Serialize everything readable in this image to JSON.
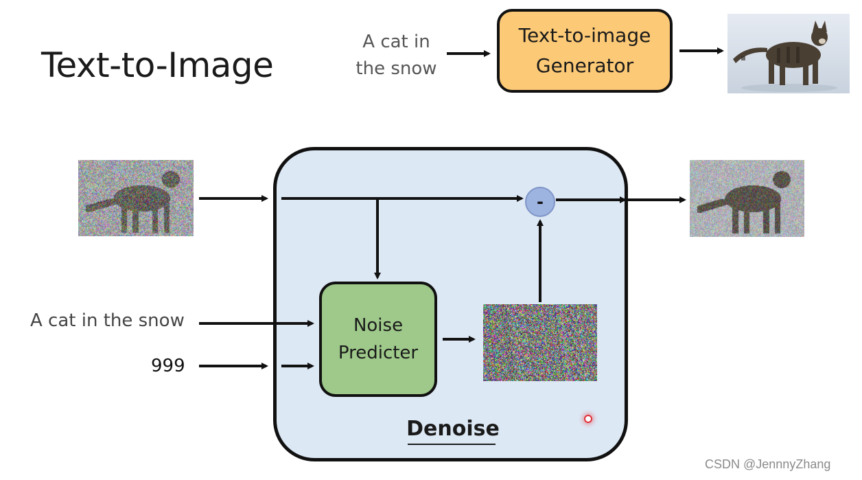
{
  "title": "Text-to-Image",
  "top_flow": {
    "prompt_line1": "A cat in",
    "prompt_line2": "the snow",
    "generator_line1": "Text-to-image",
    "generator_line2": "Generator"
  },
  "denoise": {
    "label": "Denoise",
    "noise_predicter_line1": "Noise",
    "noise_predicter_line2": "Predicter",
    "operator": "-"
  },
  "inputs": {
    "prompt": "A cat in the snow",
    "step": "999"
  },
  "watermark": "CSDN @JennnyZhang",
  "colors": {
    "generator_fill": "#fcc976",
    "denoise_fill": "#dde8f5",
    "noise_predicter_fill": "#9ec98a",
    "operator_fill": "#9db3e0"
  }
}
